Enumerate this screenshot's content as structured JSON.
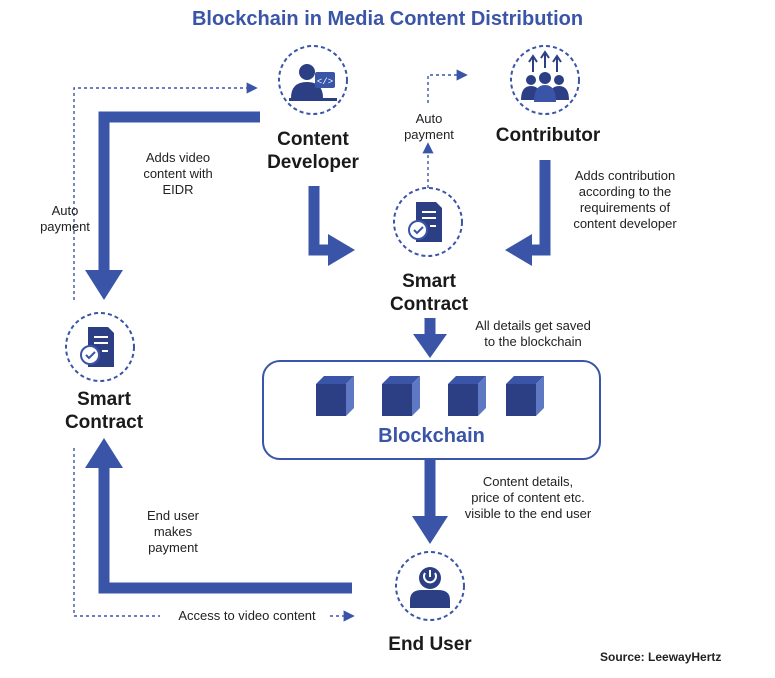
{
  "title": "Blockchain in Media Content Distribution",
  "nodes": {
    "content_developer": {
      "line1": "Content",
      "line2": "Developer",
      "icon": "developer-icon"
    },
    "contributor": {
      "label": "Contributor",
      "icon": "group-icon"
    },
    "smart_contract_center": {
      "line1": "Smart",
      "line2": "Contract",
      "icon": "contract-icon"
    },
    "smart_contract_left": {
      "line1": "Smart",
      "line2": "Contract",
      "icon": "contract-icon"
    },
    "end_user": {
      "label": "End User",
      "icon": "power-user-icon"
    },
    "blockchain": {
      "label": "Blockchain",
      "icon": "block-icon"
    }
  },
  "notes": {
    "adds_video": [
      "Adds video",
      "content with",
      "EIDR"
    ],
    "auto_payment_left": [
      "Auto",
      "payment"
    ],
    "auto_payment_top": [
      "Auto",
      "payment"
    ],
    "adds_contribution": [
      "Adds contribution",
      "according to the",
      "requirements of",
      "content developer"
    ],
    "details_saved": [
      "All details get saved",
      "to the blockchain"
    ],
    "content_details": [
      "Content details,",
      "price of content etc.",
      "visible to the end user"
    ],
    "end_user_pays": [
      "End user",
      "makes",
      "payment"
    ],
    "access_video": "Access to video content"
  },
  "source": "Source: LeewayHertz",
  "colors": {
    "accent": "#3a55a8",
    "dark_accent": "#2c3f85",
    "cube_side": "#5f78c4"
  }
}
